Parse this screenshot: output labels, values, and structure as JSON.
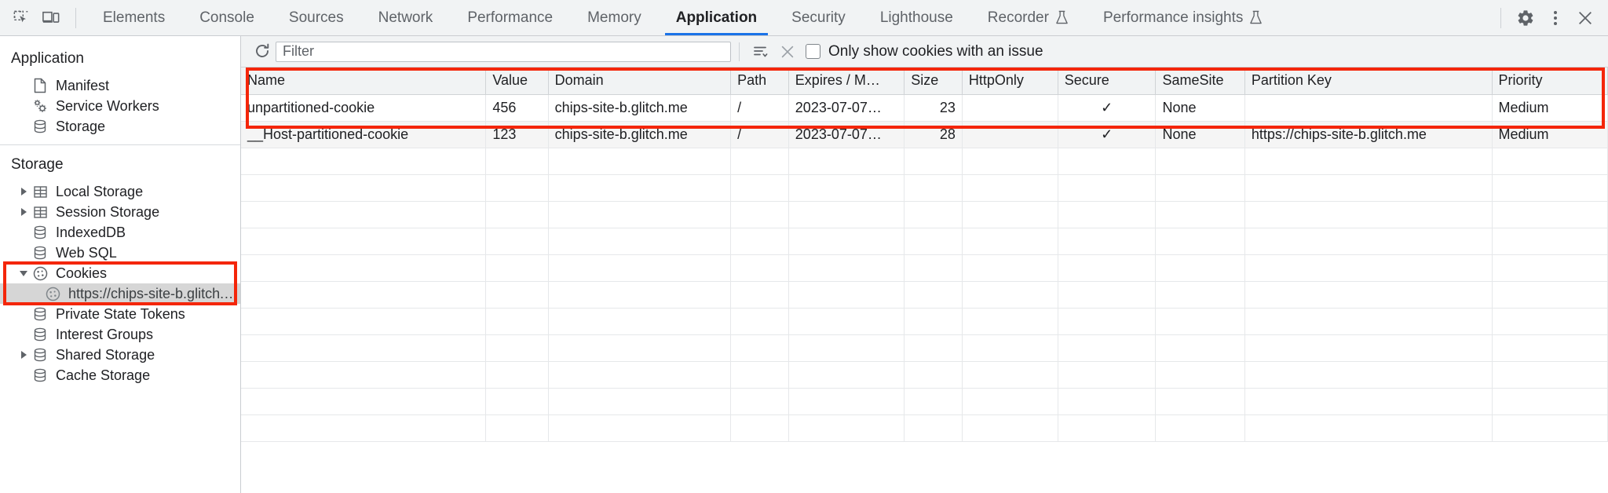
{
  "toolbar": {
    "inspect_icon": "inspect-element-icon",
    "device_icon": "device-toolbar-icon",
    "tabs": [
      {
        "label": "Elements",
        "active": false,
        "experimental": false
      },
      {
        "label": "Console",
        "active": false,
        "experimental": false
      },
      {
        "label": "Sources",
        "active": false,
        "experimental": false
      },
      {
        "label": "Network",
        "active": false,
        "experimental": false
      },
      {
        "label": "Performance",
        "active": false,
        "experimental": false
      },
      {
        "label": "Memory",
        "active": false,
        "experimental": false
      },
      {
        "label": "Application",
        "active": true,
        "experimental": false
      },
      {
        "label": "Security",
        "active": false,
        "experimental": false
      },
      {
        "label": "Lighthouse",
        "active": false,
        "experimental": false
      },
      {
        "label": "Recorder",
        "active": false,
        "experimental": true
      },
      {
        "label": "Performance insights",
        "active": false,
        "experimental": true
      }
    ],
    "settings_icon": "gear-icon",
    "more_icon": "kebab-menu-icon",
    "close_icon": "close-icon",
    "active_tab_accent": "#1a73e8"
  },
  "sidebar": {
    "groups": [
      {
        "title": "Application",
        "items": [
          {
            "label": "Manifest",
            "icon": "manifest-file-icon",
            "twisty": "none",
            "indent": 0,
            "selected": false
          },
          {
            "label": "Service Workers",
            "icon": "service-workers-gears-icon",
            "twisty": "none",
            "indent": 0,
            "selected": false
          },
          {
            "label": "Storage",
            "icon": "database-icon",
            "twisty": "none",
            "indent": 0,
            "selected": false
          }
        ]
      },
      {
        "title": "Storage",
        "items": [
          {
            "label": "Local Storage",
            "icon": "table-grid-icon",
            "twisty": "collapsed",
            "indent": 0,
            "selected": false
          },
          {
            "label": "Session Storage",
            "icon": "table-grid-icon",
            "twisty": "collapsed",
            "indent": 0,
            "selected": false
          },
          {
            "label": "IndexedDB",
            "icon": "database-icon",
            "twisty": "none",
            "indent": 0,
            "selected": false
          },
          {
            "label": "Web SQL",
            "icon": "database-icon",
            "twisty": "none",
            "indent": 0,
            "selected": false
          },
          {
            "label": "Cookies",
            "icon": "cookie-icon",
            "twisty": "expanded",
            "indent": 0,
            "selected": false,
            "highlight": true
          },
          {
            "label": "https://chips-site-b.glitch.me",
            "icon": "cookie-icon",
            "twisty": "none",
            "indent": 1,
            "selected": true,
            "highlight": true
          },
          {
            "label": "Private State Tokens",
            "icon": "database-icon",
            "twisty": "none",
            "indent": 0,
            "selected": false
          },
          {
            "label": "Interest Groups",
            "icon": "database-icon",
            "twisty": "none",
            "indent": 0,
            "selected": false
          },
          {
            "label": "Shared Storage",
            "icon": "database-icon",
            "twisty": "collapsed",
            "indent": 0,
            "selected": false
          },
          {
            "label": "Cache Storage",
            "icon": "database-icon",
            "twisty": "none",
            "indent": 0,
            "selected": false
          }
        ]
      }
    ],
    "highlight_color": "#f4260a"
  },
  "filterbar": {
    "refresh_icon": "refresh-icon",
    "filter_placeholder": "Filter",
    "filter_value": "",
    "clear_filter_icon": "clear-filters-icon",
    "clear_icon": "clear-all-icon",
    "checkbox_label": "Only show cookies with an issue",
    "checkbox_checked": false
  },
  "table": {
    "highlight_color": "#f4260a",
    "columns": [
      {
        "key": "name",
        "label": "Name"
      },
      {
        "key": "value",
        "label": "Value"
      },
      {
        "key": "domain",
        "label": "Domain"
      },
      {
        "key": "path",
        "label": "Path"
      },
      {
        "key": "expires",
        "label": "Expires / M…"
      },
      {
        "key": "size",
        "label": "Size"
      },
      {
        "key": "httponly",
        "label": "HttpOnly"
      },
      {
        "key": "secure",
        "label": "Secure"
      },
      {
        "key": "samesite",
        "label": "SameSite"
      },
      {
        "key": "partitionkey",
        "label": "Partition Key"
      },
      {
        "key": "priority",
        "label": "Priority"
      }
    ],
    "rows": [
      {
        "name": "unpartitioned-cookie",
        "value": "456",
        "domain": "chips-site-b.glitch.me",
        "path": "/",
        "expires": "2023-07-07…",
        "size": "23",
        "httponly": "",
        "secure": "✓",
        "samesite": "None",
        "partitionkey": "",
        "priority": "Medium"
      },
      {
        "name": "__Host-partitioned-cookie",
        "value": "123",
        "domain": "chips-site-b.glitch.me",
        "path": "/",
        "expires": "2023-07-07…",
        "size": "28",
        "httponly": "",
        "secure": "✓",
        "samesite": "None",
        "partitionkey": "https://chips-site-b.glitch.me",
        "priority": "Medium"
      }
    ]
  }
}
